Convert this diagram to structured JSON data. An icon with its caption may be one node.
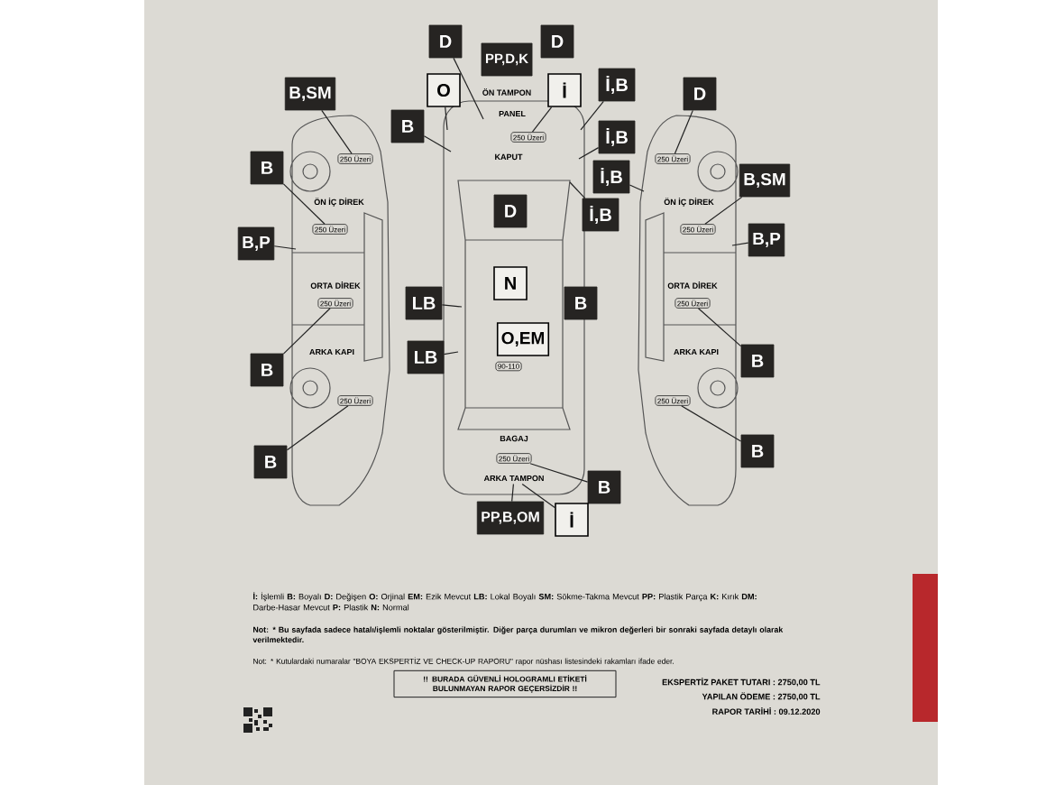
{
  "diagram": {
    "nodes": [
      {
        "text": [],
        "shape": "picture"
      },
      {
        "text": [],
        "shape": "picture"
      },
      {
        "text": [],
        "shape": "picture"
      },
      {
        "text": [
          "D"
        ]
      },
      {
        "text": [
          "D"
        ]
      },
      {
        "text": [
          "PP,D,K"
        ]
      },
      {
        "text": [
          "İ,B"
        ]
      },
      {
        "text": [
          "O"
        ]
      },
      {
        "text": [
          "İ"
        ]
      },
      {
        "text": [
          "B,SM"
        ]
      },
      {
        "text": [
          "D"
        ]
      },
      {
        "text": [
          "B"
        ]
      },
      {
        "text": [
          "İ,B"
        ]
      },
      {
        "text": [
          "250 Üzeri"
        ],
        "in": 1
      },
      {
        "text": [
          "250 Üzeri"
        ],
        "in": 0
      },
      {
        "text": [
          "250 Üzeri"
        ],
        "in": 2
      },
      {
        "text": [
          "B"
        ]
      },
      {
        "text": [
          "İ,B"
        ]
      },
      {
        "text": [
          "B,SM"
        ]
      },
      {
        "text": [
          "D"
        ],
        "in": 1
      },
      {
        "text": [
          "İ,B"
        ]
      },
      {
        "text": [
          "250 Üzeri"
        ],
        "in": 0
      },
      {
        "text": [
          "250 Üzeri"
        ],
        "in": 2
      },
      {
        "text": [
          "B,P"
        ]
      },
      {
        "text": [
          "B,P"
        ]
      },
      {
        "text": [
          "N"
        ],
        "in": 1
      },
      {
        "text": [
          "LB"
        ]
      },
      {
        "text": [
          "B"
        ]
      },
      {
        "text": [
          "250 Üzeri"
        ],
        "in": 0
      },
      {
        "text": [
          "250 Üzeri"
        ],
        "in": 2
      },
      {
        "text": [
          "O,EM"
        ],
        "in": 1
      },
      {
        "text": [
          "LB"
        ]
      },
      {
        "text": [
          "B"
        ]
      },
      {
        "text": [
          "90-110"
        ],
        "in": 1
      },
      {
        "text": [
          "B"
        ]
      },
      {
        "text": [
          "250 Üzeri"
        ],
        "in": 0
      },
      {
        "text": [
          "250 Üzeri"
        ],
        "in": 2
      },
      {
        "text": [
          "B"
        ]
      },
      {
        "text": [
          "250 Üzeri"
        ],
        "in": 1
      },
      {
        "text": [
          "B"
        ]
      },
      {
        "text": [
          "ARKA TAMPON"
        ],
        "in": 1
      },
      {
        "text": [
          "B"
        ]
      },
      {
        "text": [
          "PP,B,OM"
        ]
      },
      {
        "text": [
          "İ"
        ]
      },
      {
        "text": [],
        "shape": "bar"
      },
      {
        "text": [
          "!! BURADA GÜVENLİ HOLOGRAMLI ETİKETİ BULUNMAYAN RAPOR GEÇERSİZDİR !!"
        ]
      }
    ],
    "edges": [
      {
        "from": 3,
        "to": 1,
        "arrow": "none"
      },
      {
        "from": 7,
        "to": 1,
        "arrow": "none"
      },
      {
        "from": 8,
        "to": 13,
        "arrow": "none"
      },
      {
        "from": 6,
        "to": 1,
        "arrow": "none"
      },
      {
        "from": 9,
        "to": 14,
        "arrow": "none"
      },
      {
        "from": 10,
        "to": 15,
        "arrow": "none"
      },
      {
        "from": 11,
        "to": 1,
        "arrow": "none"
      },
      {
        "from": 12,
        "to": 1,
        "arrow": "none"
      },
      {
        "from": 16,
        "to": 21,
        "arrow": "none"
      },
      {
        "from": 17,
        "to": 2,
        "arrow": "none"
      },
      {
        "from": 18,
        "to": 22,
        "arrow": "none"
      },
      {
        "from": 20,
        "to": 1,
        "arrow": "none"
      },
      {
        "from": 23,
        "to": 0,
        "arrow": "none"
      },
      {
        "from": 24,
        "to": 2,
        "arrow": "none"
      },
      {
        "from": 26,
        "to": 1,
        "arrow": "none"
      },
      {
        "from": 31,
        "to": 1,
        "arrow": "none"
      },
      {
        "from": 34,
        "to": 28,
        "arrow": "none"
      },
      {
        "from": 32,
        "to": 29,
        "arrow": "none"
      },
      {
        "from": 39,
        "to": 35,
        "arrow": "none"
      },
      {
        "from": 37,
        "to": 36,
        "arrow": "none"
      },
      {
        "from": 41,
        "to": 38,
        "arrow": "none"
      },
      {
        "from": 42,
        "to": 40,
        "arrow": "none"
      },
      {
        "from": 43,
        "to": 40,
        "arrow": "none"
      }
    ],
    "labels": [
      "ÖN TAMPON",
      "PANEL",
      "KAPUT",
      "ÖN İÇ DİREK",
      "ÖN İÇ DİREK",
      "ORTA DİREK",
      "ORTA DİREK",
      "ARKA KAPI",
      "ARKA KAPI",
      "BAGAJ",
      "**İ:** İşlemli **B:** Boyalı **D:** Değişen **O:** Orjinal **EM:** Ezik Mevcut **LB:** Lokal Boyalı **SM:** Sökme-Takma Mevcut **PP:** Plastik Parça **K:** Kırık **DM:** Darbe-Hasar Mevcut **P:** Plastik **N:** Normal",
      "Not: * Bu sayfada sadece hatalı/işlemli noktalar gösterilmiştir. Diğer parça durumları ve mikron değerleri bir sonraki sayfada detaylı olarak verilmektedir.",
      "Not: * Kutulardaki numaralar \"BOYA EKSPERTİZ VE CHECK-UP RAPORU\" rapor nüshası listesindeki rakamları ifade eder.",
      "EKSPERTİZ PAKET TUTARI : 2750,00 TL",
      "YAPILAN ÖDEME : 2750,00 TL",
      "RAPOR TARİHİ : 09.12.2020"
    ]
  }
}
